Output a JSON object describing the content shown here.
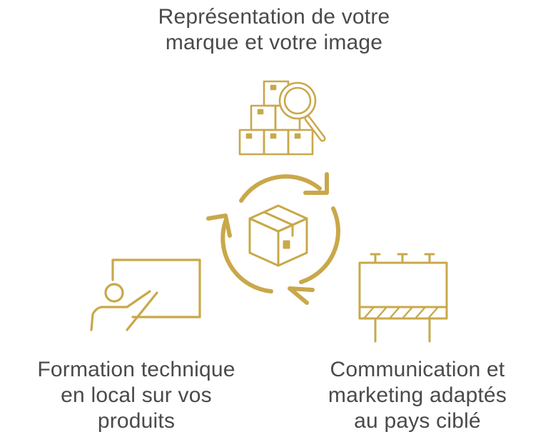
{
  "accent_color": "#c9a84a",
  "text_color": "#4a4a4a",
  "top": {
    "icon": "boxes-magnifier-icon",
    "lines": [
      "Représentation de votre",
      "marque et votre image"
    ]
  },
  "center": {
    "icon": "cycle-box-icon"
  },
  "left": {
    "icon": "presenter-board-icon",
    "lines": [
      "Formation technique",
      "en local sur vos",
      "produits"
    ]
  },
  "right": {
    "icon": "billboard-icon",
    "lines": [
      "Communication et",
      "marketing adaptés",
      "au pays ciblé"
    ]
  }
}
